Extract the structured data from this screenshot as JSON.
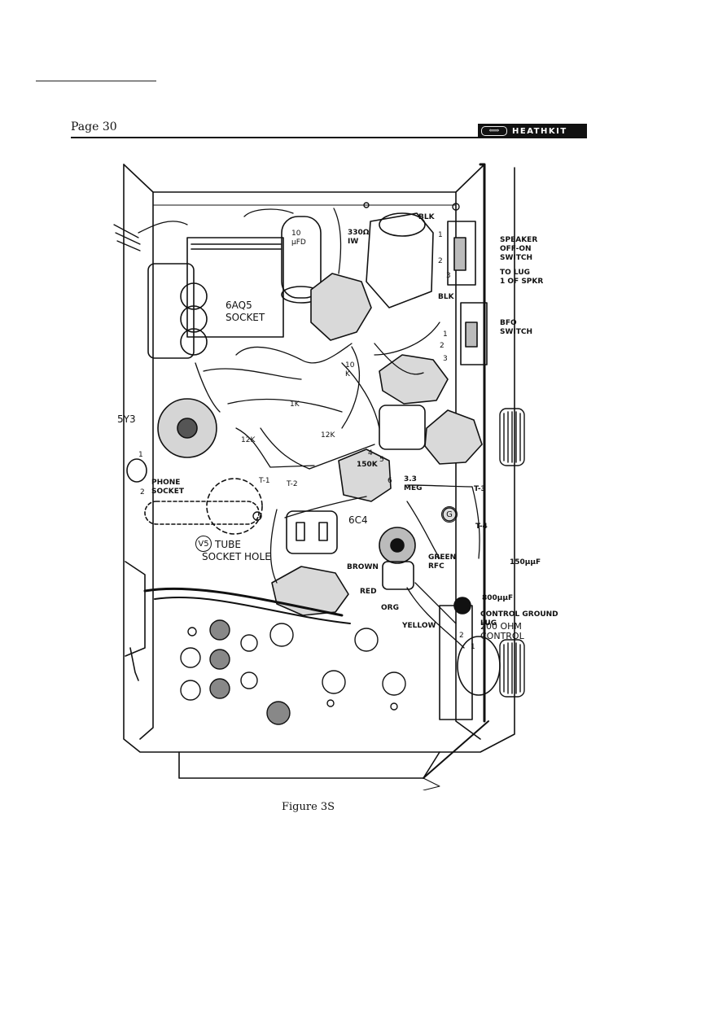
{
  "header": {
    "page_number": "Page 30",
    "brand": "HEATHKIT"
  },
  "figure": {
    "caption": "Figure 3S",
    "labels": {
      "blk_top": "BLK",
      "res_330": "330Ω\nIW",
      "cap_10ufd": "10\nμFD",
      "speaker_switch": "SPEAKER\nOFF-ON\nSWITCH",
      "to_lug": "TO LUG\n1 OF SPKR",
      "blk_mid": "BLK",
      "bfo_switch": "BFO\nSWITCH",
      "sock_6aq5": "6AQ5\nSOCKET",
      "res_10k": "10\nK",
      "res_1k": "1K",
      "tube_5y3": "5Y3",
      "res_12k_a": "12K",
      "res_12k_b": "12K",
      "res_150k": "150K",
      "res_33meg": "3.3\nMEG",
      "t3": "T-3",
      "t4": "T-4",
      "t1": "T-1",
      "t2": "T-2",
      "phone_socket": "PHONE\nSOCKET",
      "tube_6c4": "6C4",
      "g_lug": "G",
      "v5": "V5",
      "tube_socket_hole": "TUBE\nSOCKET HOLE",
      "brown": "BROWN",
      "green_rfc": "GREEN\nRFC",
      "cap_150uuf": "150μμF",
      "red": "RED",
      "org": "ORG",
      "yellow": "YELLOW",
      "cap_800uuf": "800μμF",
      "control_ground_lug": "CONTROL GROUND\nLUG",
      "control_200ohm": "200 OHM\nCONTROL",
      "lug_num_1a": "1",
      "lug_num_2a": "2",
      "lug_num_3a": "3",
      "lug_num_1b": "1",
      "lug_num_2b": "2",
      "lug_num_3b": "3",
      "phone_1": "1",
      "phone_2": "2",
      "ctrl_2": "2",
      "ctrl_1": "1",
      "pin_4": "4",
      "pin_5": "5",
      "pin_6": "6"
    }
  }
}
